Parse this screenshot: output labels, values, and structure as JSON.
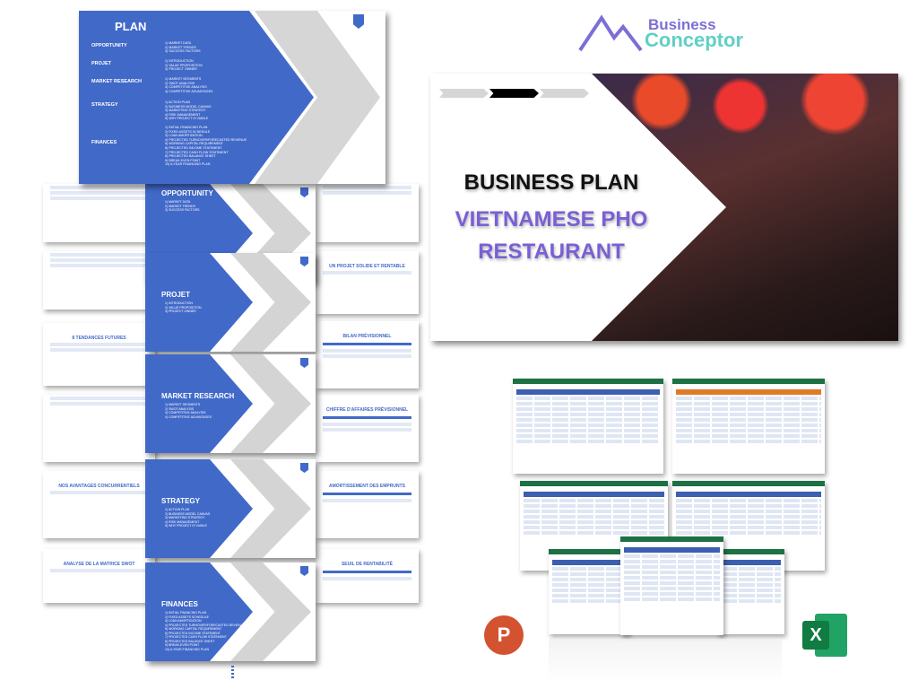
{
  "brand": {
    "line1": "Business",
    "line2": "Conceptor",
    "colors": {
      "purple": "#7b6fd6",
      "teal": "#5fd0c5"
    }
  },
  "cover": {
    "title": "BUSINESS PLAN",
    "subtitle_line1": "VIETNAMESE PHO",
    "subtitle_line2": "RESTAURANT",
    "accent": "#7a5fd6"
  },
  "plan": {
    "title": "PLAN",
    "sections": [
      {
        "label": "OPPORTUNITY",
        "items": [
          "1) MARKET DATA",
          "2) MARKET TRENDS",
          "3) SUCCESS FACTORS"
        ]
      },
      {
        "label": "PROJET",
        "items": [
          "1) INTRODUCTION",
          "2) VALUE PROPOSITION",
          "3) PROJECT OWNER"
        ]
      },
      {
        "label": "MARKET RESEARCH",
        "items": [
          "1) MARKET SEGMENTS",
          "2) SWOT ANALYSIS",
          "3) COMPETITIVE ANALYSIS",
          "4) COMPETITIVE ADVANTAGES"
        ]
      },
      {
        "label": "STRATEGY",
        "items": [
          "1) ACTION PLAN",
          "2) BUSINESS MODEL CANVAS",
          "3) MARKETING STRATEGY",
          "4) RISK MANAGEMENT",
          "5) WHY PROJECT IS VIABLE"
        ]
      },
      {
        "label": "FINANCES",
        "items": [
          "1) INITIAL FINANCING PLAN",
          "2) FIXED ASSETS SCHEDULE",
          "3) LOAN AMORTIZATION",
          "4) PROJECTED TURNOVER/FORECASTED REVENUE",
          "5) WORKING CAPITAL REQUIREMENT",
          "6) PROJECTED INCOME STATEMENT",
          "7) PROJECTED CASH FLOW STATEMENT",
          "8) PROJECTED BALANCE SHEET",
          "9) BREAK-EVEN POINT",
          "10) 6-YEAR FINANCING PLAN"
        ]
      }
    ]
  },
  "right_thumbs": [
    "UN PROJET SOLIDE ET RENTABLE",
    "BILAN PRÉVISIONNEL",
    "CHIFFRE D'AFFAIRES PRÉVISIONNEL",
    "AMORTISSEMENT DES EMPRUNTS",
    "SEUIL DE RENTABILITÉ"
  ],
  "left_thumbs": [
    "8 TENDANCES FUTURES",
    "NOS AVANTAGES CONCURRENTIELS",
    "ANALYSE DE LA MATRICE SWOT"
  ],
  "apps": {
    "powerpoint": "P",
    "excel": "X",
    "ppt_color": "#d35230",
    "xl_color": "#1e7145"
  }
}
